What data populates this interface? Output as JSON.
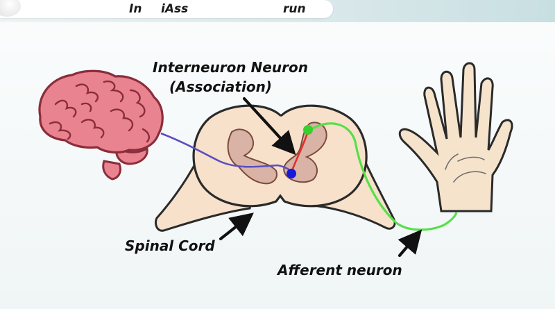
{
  "header": {
    "fragment_1": "In",
    "fragment_2": "iAss",
    "fragment_3": "run"
  },
  "diagram": {
    "interneuron_label": "Interneuron Neuron",
    "association_label": "(Association)",
    "spinal_cord_label": "Spinal Cord",
    "afferent_label": "Afferent neuron",
    "colors": {
      "brain": "#e8838f",
      "brain_outline": "#8a2d3a",
      "spinal_cord": "#f7e1cb",
      "gray_matter": "#d9b3a5",
      "hand": "#f6e3cc",
      "efferent_path": "#5a4fc0",
      "afferent_path": "#55e04a",
      "interneuron_path": "#e0302a",
      "efferent_dot": "#1a1ad6",
      "afferent_dot": "#38d02e"
    }
  }
}
